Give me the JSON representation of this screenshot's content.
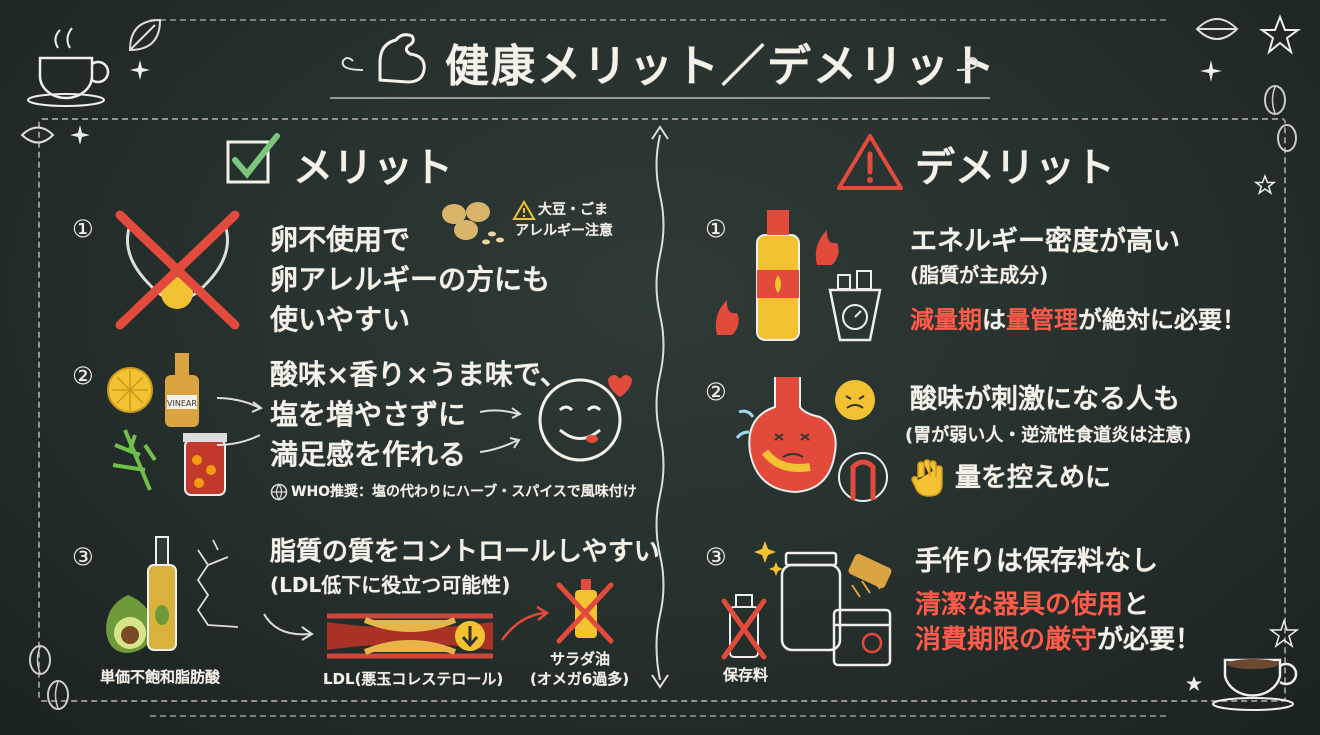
{
  "title": "健康メリット／デメリット",
  "merit": {
    "heading": "メリット",
    "items": [
      {
        "num": "①",
        "lines": [
          "卵不使用で",
          "卵アレルギーの方にも",
          "使いやすい"
        ],
        "note_line1": "大豆・ごま",
        "note_line2": "アレルギー注意"
      },
      {
        "num": "②",
        "lines": [
          "酸味×香り×うま味で、",
          "塩を増やさずに",
          "満足感を作れる"
        ],
        "vinegar_label": "VINEAR",
        "note": "WHO推奨：塩の代わりにハーブ・スパイスで風味付け"
      },
      {
        "num": "③",
        "line1": "脂質の質をコントロールしやすい",
        "line2": "(LDL低下に役立つ可能性)",
        "label_fat": "単価不飽和脂肪酸",
        "label_ldl": "LDL(悪玉コレステロール)",
        "label_oil1": "サラダ油",
        "label_oil2": "(オメガ6過多)"
      }
    ]
  },
  "demerit": {
    "heading": "デメリット",
    "items": [
      {
        "num": "①",
        "line1": "エネルギー密度が高い",
        "line2": "(脂質が主成分)",
        "line3_a": "減量期",
        "line3_b": "は",
        "line3_c": "量管理",
        "line3_d": "が絶対に必要！"
      },
      {
        "num": "②",
        "line1": "酸味が刺激になる人も",
        "line2": "(胃が弱い人・逆流性食道炎は注意)",
        "line3": "量を控えめに"
      },
      {
        "num": "③",
        "line1": "手作りは保存料なし",
        "line2_a": "清潔な器具の使用",
        "line2_b": "と",
        "line3_a": "消費期限の厳守",
        "line3_b": "が必要！",
        "label_preserve": "保存料"
      }
    ]
  },
  "colors": {
    "board": "#27312e",
    "chalk": "#f4f1e8",
    "accent_red": "#ff5a4a",
    "check_green": "#7bc67a",
    "yellow": "#f2c232"
  }
}
